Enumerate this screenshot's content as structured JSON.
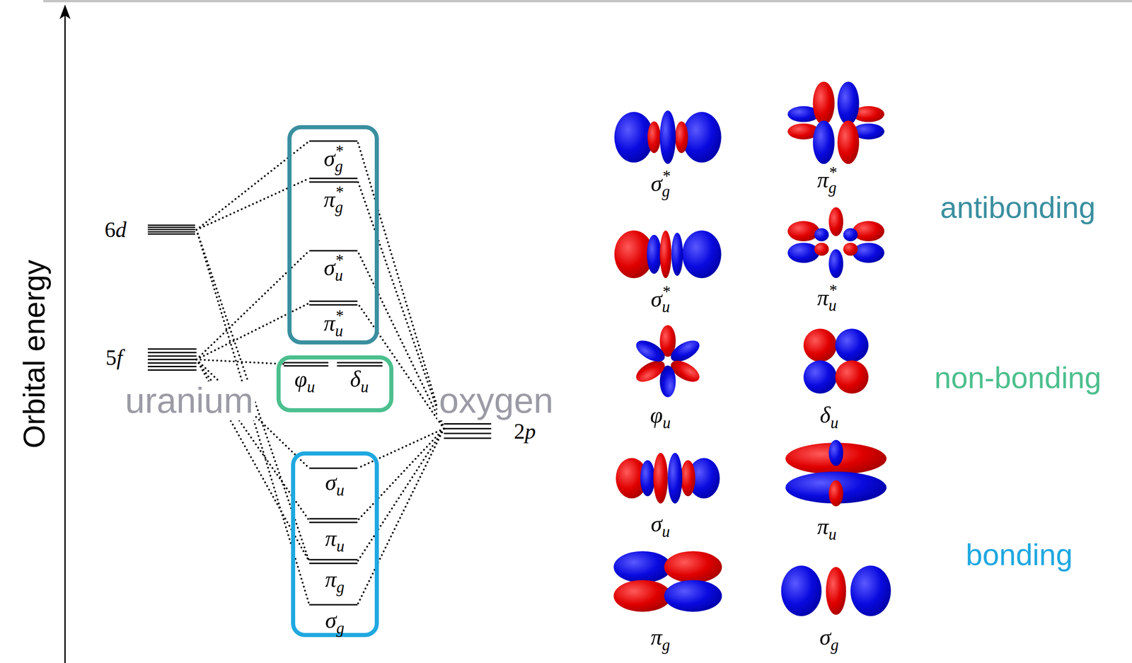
{
  "diagram": {
    "nodes": [
      {
        "text": [
          "σg*",
          "πg*",
          "σu*",
          "πu*"
        ]
      },
      {
        "text": [
          "φu",
          "δu"
        ]
      },
      {
        "text": [
          "σu",
          "πu",
          "πg",
          "σg"
        ]
      }
    ],
    "labels": [
      "Orbital energy",
      "6d",
      "5f",
      "uranium",
      "oxygen",
      "2p",
      "σg*",
      "πg*",
      "σu*",
      "πu*",
      "φu",
      "δu",
      "σu",
      "πu",
      "πg",
      "σg",
      "antibonding",
      "non-bonding",
      "bonding"
    ]
  }
}
